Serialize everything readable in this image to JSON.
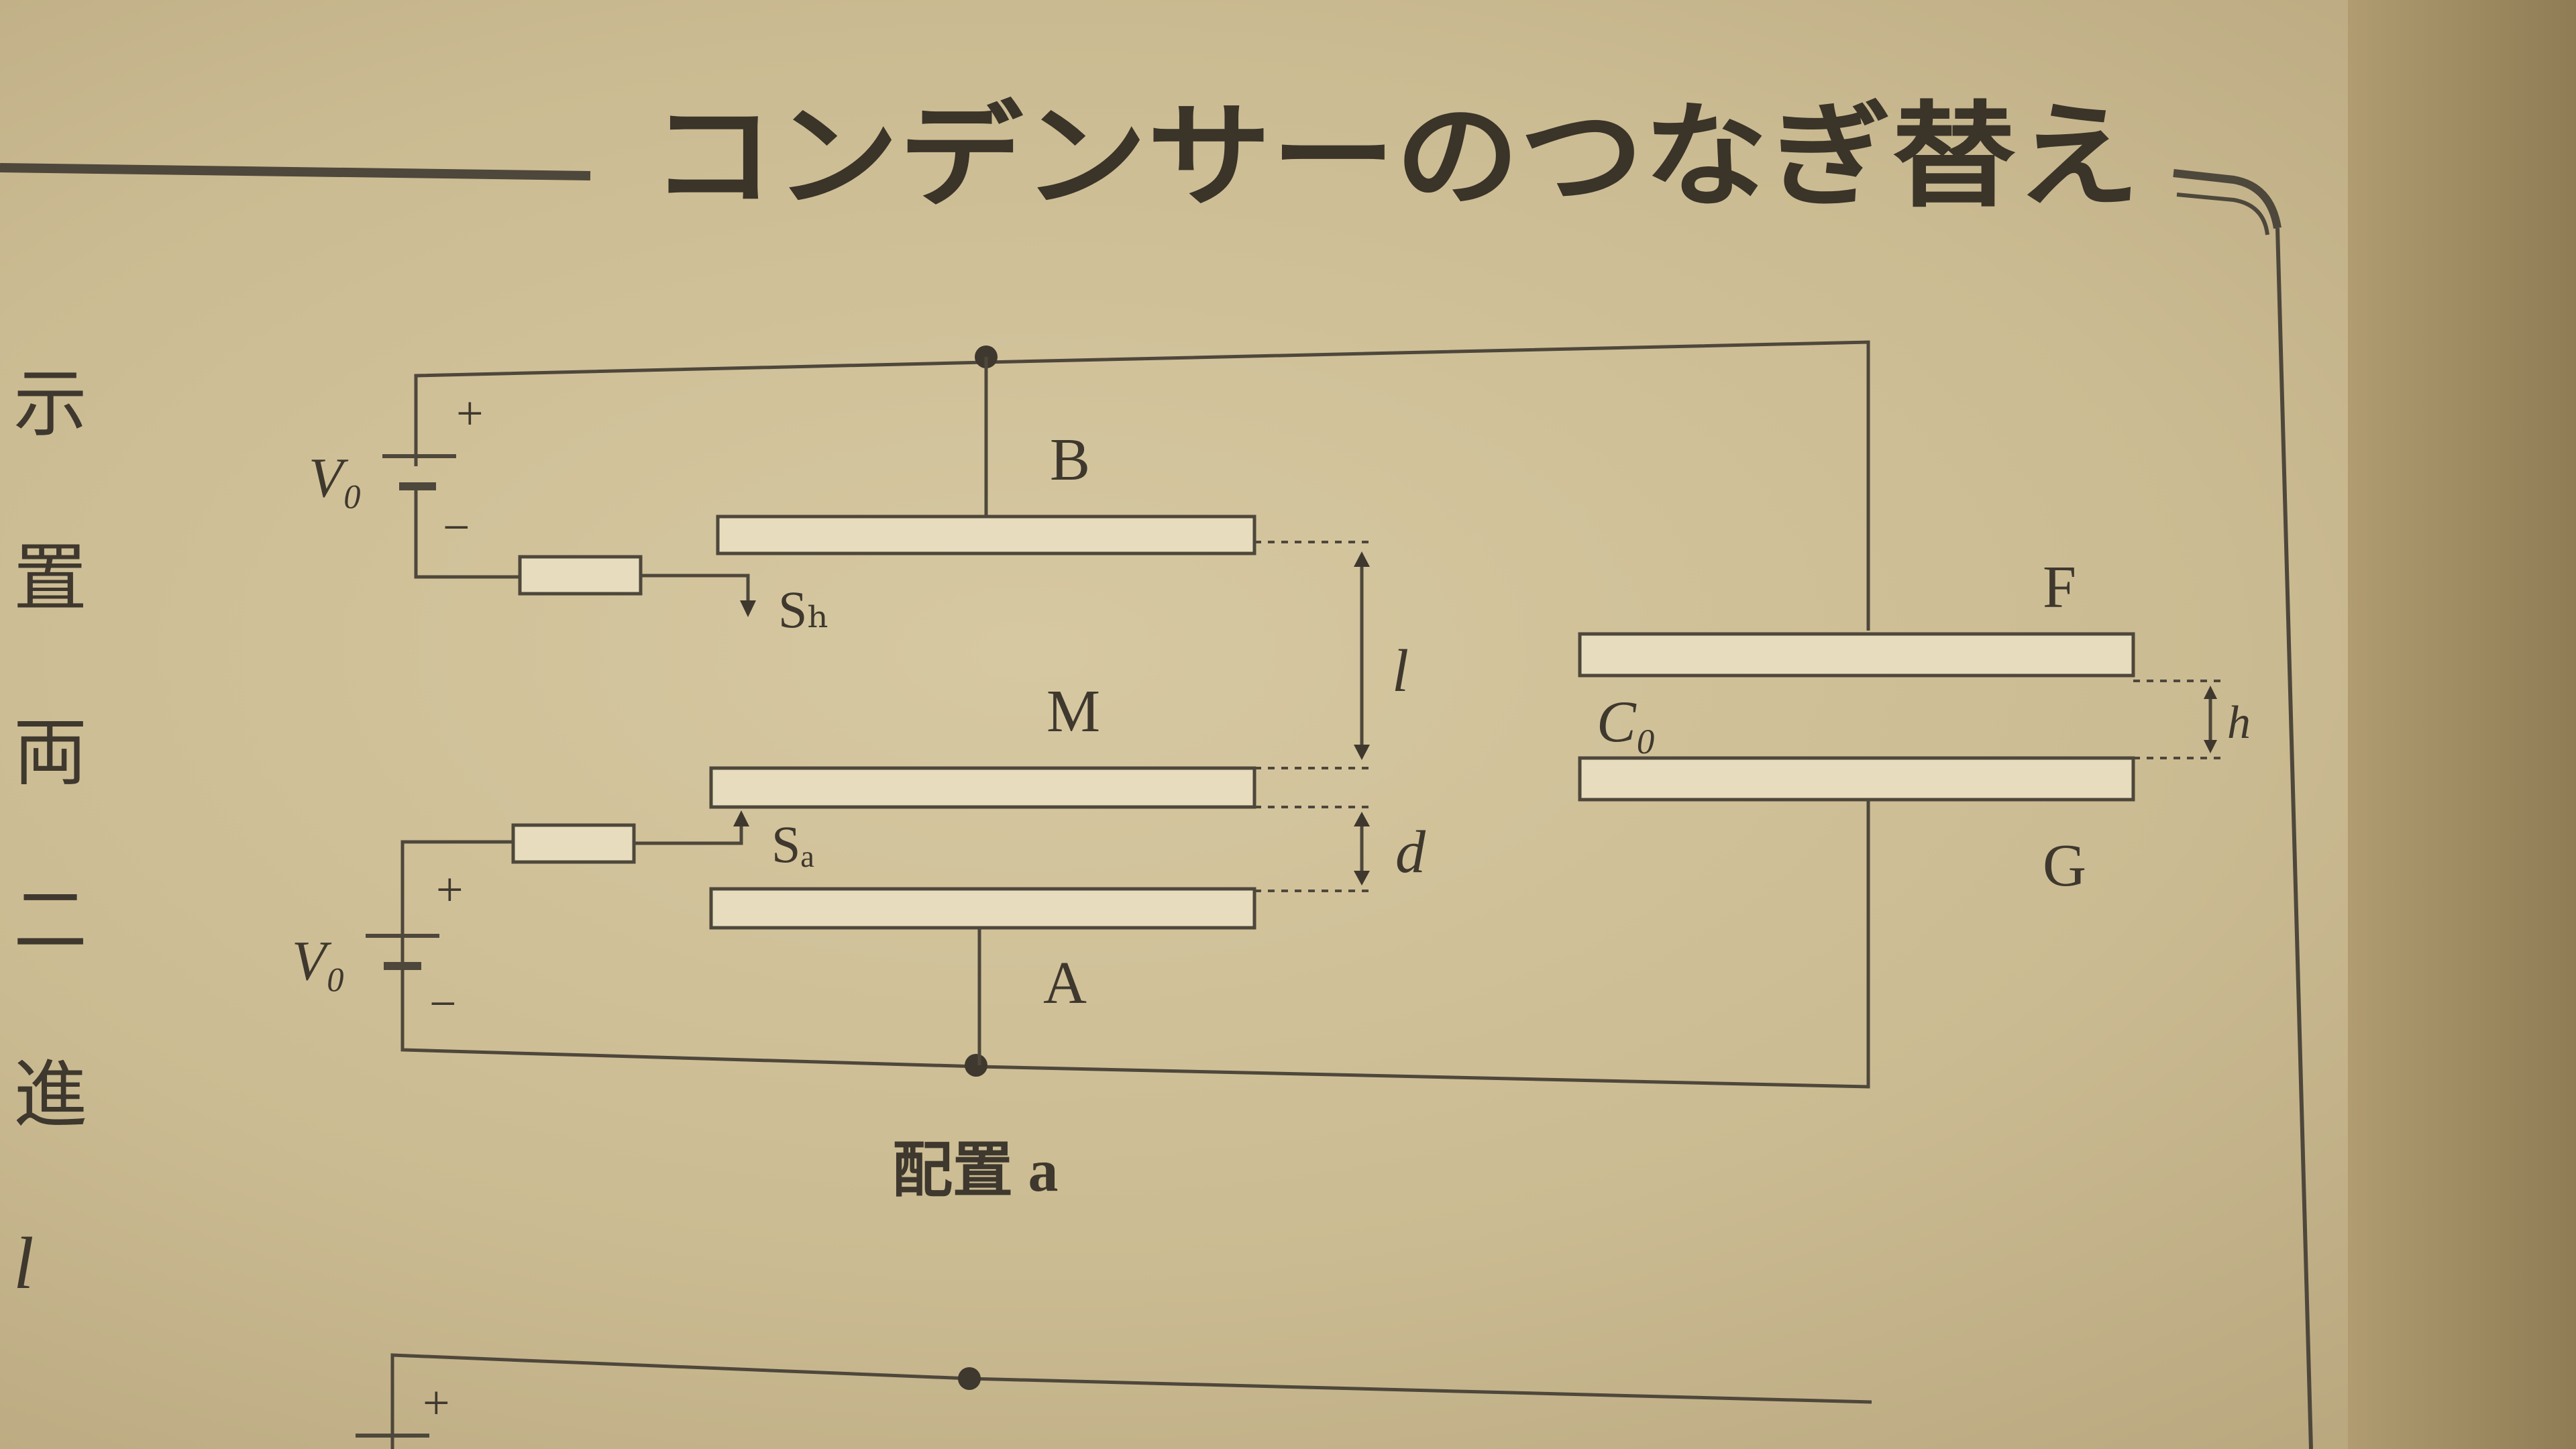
{
  "title": "コンデンサーのつなぎ替え",
  "caption": "配置 a",
  "side_text": [
    "示",
    "置",
    "両",
    "二",
    "進",
    "l"
  ],
  "diagram": {
    "plates": {
      "B": "B",
      "M": "M",
      "A": "A",
      "F": "F",
      "G": "G"
    },
    "capacitor_label": "C₀",
    "batteries": {
      "top": {
        "label": "V₀",
        "plus": "+",
        "minus": "−"
      },
      "bottom": {
        "label": "V₀",
        "plus": "+",
        "minus": "−"
      }
    },
    "switches": {
      "top": "Sₕ",
      "bottom": "Sₐ"
    },
    "dimensions": {
      "l": "l",
      "d": "d",
      "h": "h"
    }
  },
  "next_figure": {
    "plus": "+"
  }
}
